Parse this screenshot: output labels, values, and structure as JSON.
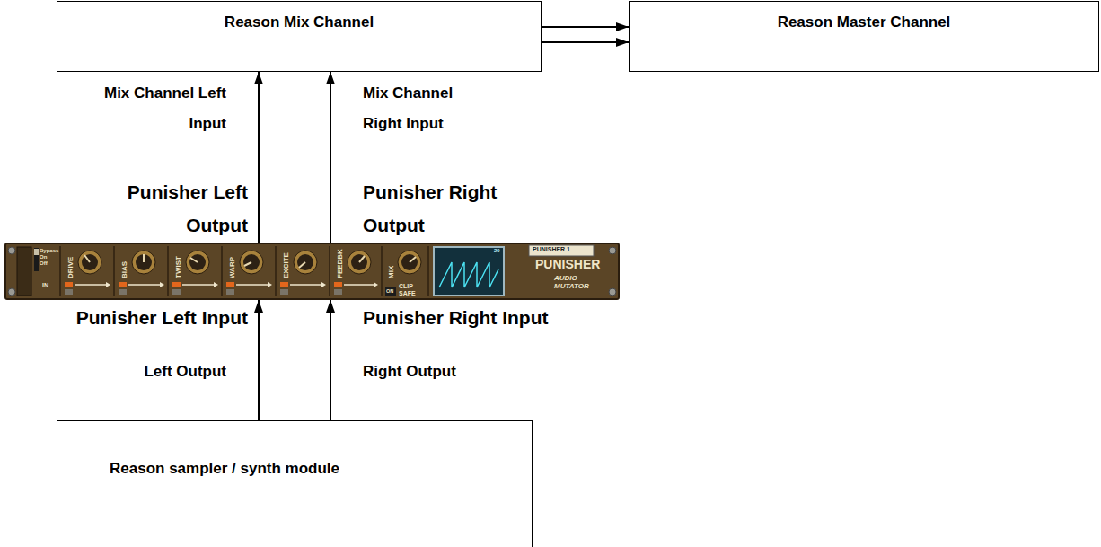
{
  "diagram": {
    "nodes": [
      {
        "text": [
          "Reason Mix Channel"
        ]
      },
      {
        "text": [
          "Reason Master Channel"
        ]
      },
      {
        "text": [
          "Bypass",
          "On",
          "Off",
          "IN",
          "DRIVE",
          "BIAS",
          "TWIST",
          "WARP",
          "EXCITE",
          "FEEDBK",
          "MIX",
          "ON",
          "CLIP SAFE",
          "20",
          "PUNISHER 1",
          "PUNISHER",
          "AUDIO MUTATOR"
        ]
      },
      {
        "text": [
          "Reason sampler / synth module"
        ]
      }
    ],
    "edges": [
      {
        "from": 3,
        "to": 2,
        "arrow": "to"
      },
      {
        "from": 3,
        "to": 2,
        "arrow": "to"
      },
      {
        "from": 2,
        "to": 0,
        "arrow": "to"
      },
      {
        "from": 2,
        "to": 0,
        "arrow": "to"
      },
      {
        "from": 0,
        "to": 1,
        "arrow": "to"
      },
      {
        "from": 0,
        "to": 1,
        "arrow": "to"
      }
    ],
    "labels": [
      "Mix Channel Left Input",
      "Mix Channel Right Input",
      "Punisher Left Output",
      "Punisher Right Output",
      "Punisher Left Input",
      "Punisher Right Input",
      "Left Output",
      "Right Output"
    ]
  }
}
